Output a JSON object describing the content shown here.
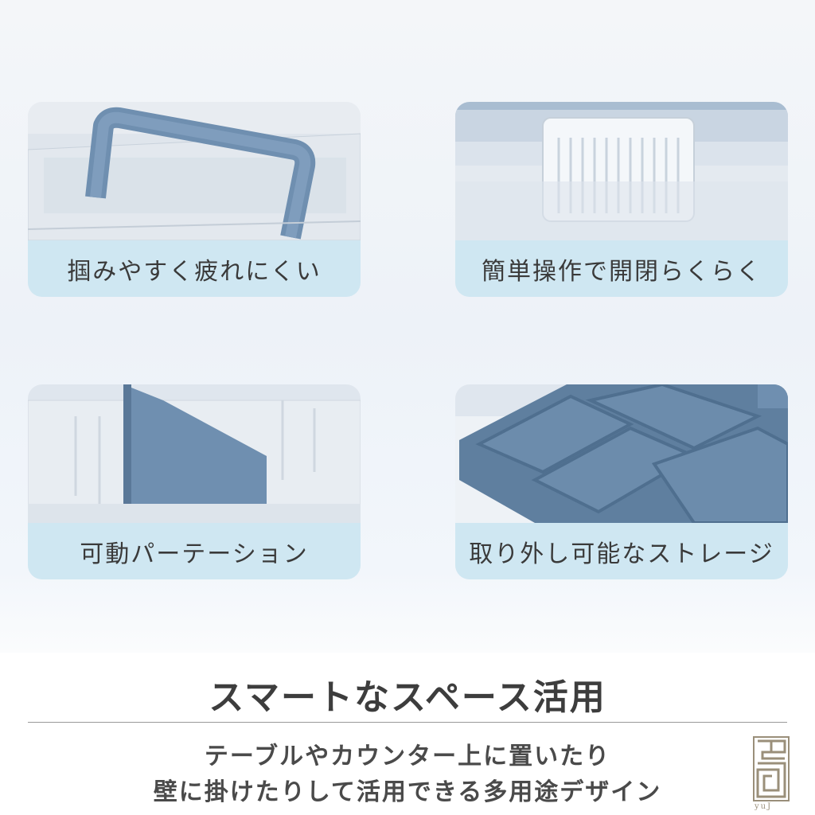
{
  "features": [
    {
      "caption": "掴みやすく疲れにくい"
    },
    {
      "caption": "簡単操作で開閉らくらく"
    },
    {
      "caption": "可動パーテーション"
    },
    {
      "caption": "取り外し可能なストレージ"
    }
  ],
  "headline": "スマートなスペース活用",
  "description": {
    "line1": "テーブルやカウンター上に置いたり",
    "line2": "壁に掛けたりして活用できる多用途デザイン"
  },
  "logo": {
    "text": "yuJ",
    "icon": "maze-seal-logo"
  },
  "colors": {
    "caption_bg": "#cfe7f2",
    "accent_blue": "#6f8fb0",
    "text": "#3d3d3d"
  }
}
